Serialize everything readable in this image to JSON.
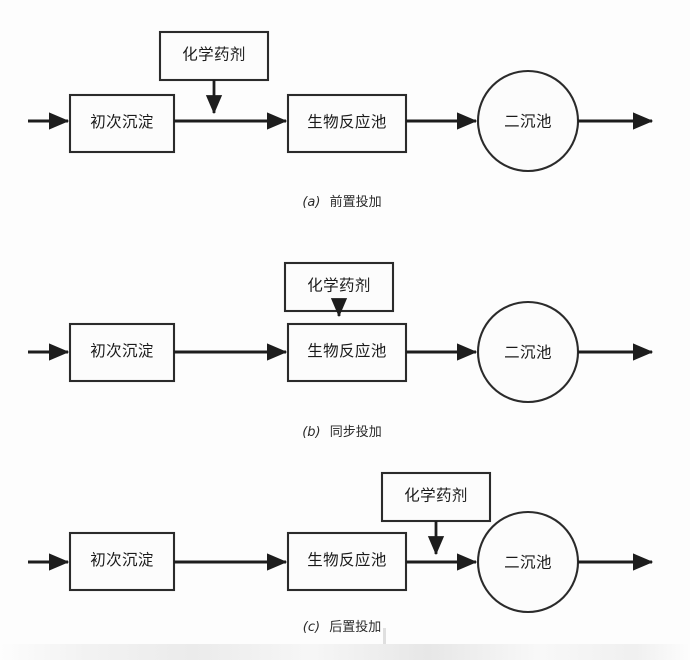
{
  "figure": {
    "background_color": "#fdfdfd",
    "line_color": "#1d1d1d",
    "box_fill": "#fcfcfc",
    "text_color": "#1a1a1a"
  },
  "labels": {
    "primary_sedimentation": "初次沉淀",
    "chemical_agent": "化学药剂",
    "bioreactor": "生物反应池",
    "secondary_clarifier": "二沉池"
  },
  "panels": [
    {
      "id": "a",
      "tag": "(a)",
      "caption": "前置投加",
      "caption_full": "(a) 前置投加",
      "dosing_point": "between-primary-sedimentation-and-bioreactor",
      "nodes": [
        {
          "name": "primary-sedimentation",
          "shape": "rect",
          "label": "初次沉淀"
        },
        {
          "name": "chemical-agent",
          "shape": "rect",
          "label": "化学药剂"
        },
        {
          "name": "bioreactor",
          "shape": "rect",
          "label": "生物反应池"
        },
        {
          "name": "secondary-clarifier",
          "shape": "circle",
          "label": "二沉池"
        }
      ]
    },
    {
      "id": "b",
      "tag": "(b)",
      "caption": "同步投加",
      "caption_full": "(b) 同步投加",
      "dosing_point": "into-bioreactor",
      "nodes": [
        {
          "name": "primary-sedimentation",
          "shape": "rect",
          "label": "初次沉淀"
        },
        {
          "name": "chemical-agent",
          "shape": "rect",
          "label": "化学药剂"
        },
        {
          "name": "bioreactor",
          "shape": "rect",
          "label": "生物反应池"
        },
        {
          "name": "secondary-clarifier",
          "shape": "circle",
          "label": "二沉池"
        }
      ]
    },
    {
      "id": "c",
      "tag": "(c)",
      "caption": "后置投加",
      "caption_full": "(c) 后置投加",
      "dosing_point": "between-bioreactor-and-secondary-clarifier",
      "nodes": [
        {
          "name": "primary-sedimentation",
          "shape": "rect",
          "label": "初次沉淀"
        },
        {
          "name": "chemical-agent",
          "shape": "rect",
          "label": "化学药剂"
        },
        {
          "name": "bioreactor",
          "shape": "rect",
          "label": "生物反应池"
        },
        {
          "name": "secondary-clarifier",
          "shape": "circle",
          "label": "二沉池"
        }
      ]
    }
  ]
}
